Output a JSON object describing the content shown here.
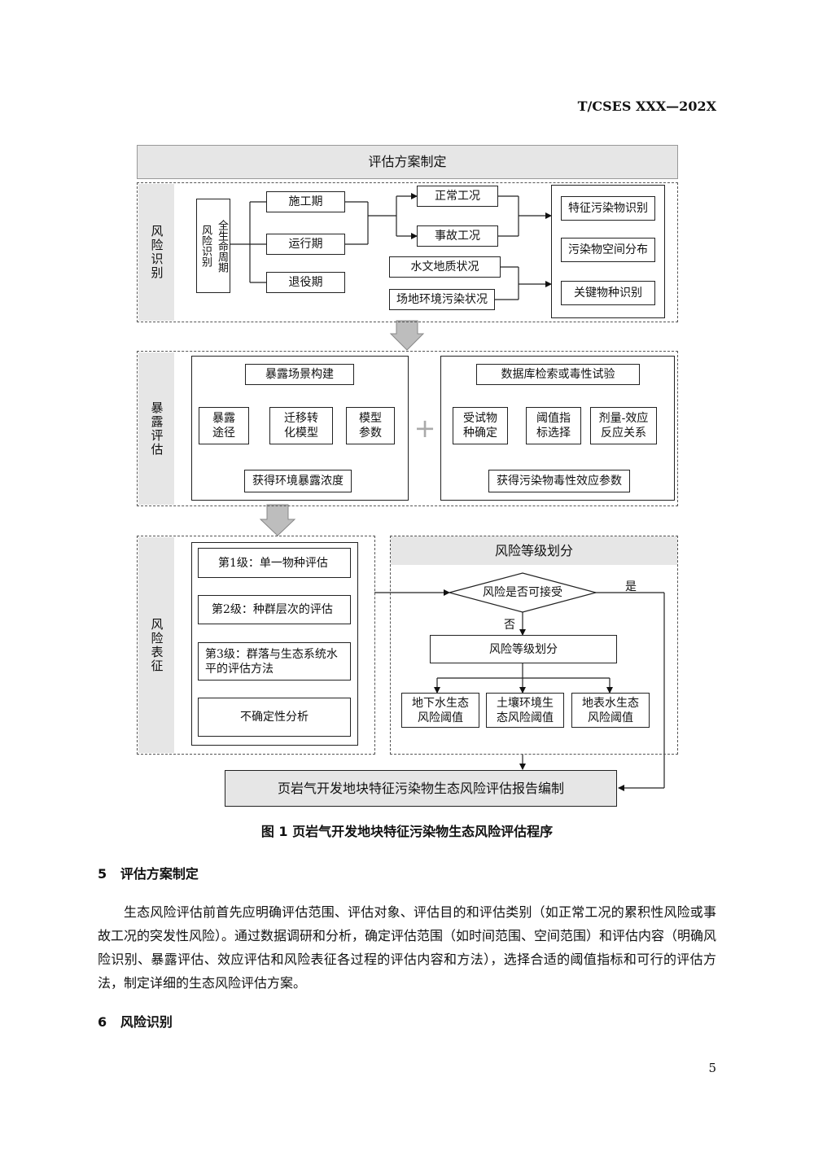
{
  "header": {
    "doc_code": "T/CSES XXX—202X"
  },
  "diagram": {
    "top_title": "评估方案制定",
    "section1": {
      "label": "风险识别",
      "lifecycle": [
        "风险识别",
        "全生命周期"
      ],
      "phases": [
        "施工期",
        "运行期",
        "退役期"
      ],
      "conditions": [
        "正常工况",
        "事故工况"
      ],
      "env_status": [
        "水文地质状况",
        "场地环境污染状况"
      ],
      "outputs": [
        "特征污染物识别",
        "污染物空间分布",
        "关键物种识别"
      ]
    },
    "section2": {
      "label": "暴露评估",
      "left_top": "暴露场景构建",
      "left_items": [
        "暴露途径",
        "迁移转化模型",
        "模型参数"
      ],
      "left_bottom": "获得环境暴露浓度",
      "plus": "+",
      "right_top": "数据库检索或毒性试验",
      "right_items": [
        "受试物种确定",
        "阈值指标选择",
        "剂量-效应反应关系"
      ],
      "right_bottom": "获得污染物毒性效应参数"
    },
    "section3": {
      "label": "风险表征",
      "levels": [
        "第1级：单一物种评估",
        "第2级：种群层次的评估",
        "第3级：群落与生态系统水平的评估方法",
        "不确定性分析"
      ],
      "grading_title": "风险等级划分",
      "decision": "风险是否可接受",
      "yes": "是",
      "no": "否",
      "grading_box": "风险等级划分",
      "thresholds": [
        "地下水生态风险阈值",
        "土壤环境生态风险阈值",
        "地表水生态风险阈值"
      ]
    },
    "final": "页岩气开发地块特征污染物生态风险评估报告编制",
    "caption": "图 1  页岩气开发地块特征污染物生态风险评估程序"
  },
  "section5": {
    "heading": "5   评估方案制定",
    "text": "生态风险评估前首先应明确评估范围、评估对象、评估目的和评估类别（如正常工况的累积性风险或事故工况的突发性风险）。通过数据调研和分析，确定评估范围（如时间范围、空间范围）和评估内容（明确风险识别、暴露评估、效应评估和风险表征各过程的评估内容和方法），选择合适的阈值指标和可行的评估方法，制定详细的生态风险评估方案。"
  },
  "section6": {
    "heading": "6   风险识别"
  },
  "footer": {
    "page_number": "5"
  }
}
